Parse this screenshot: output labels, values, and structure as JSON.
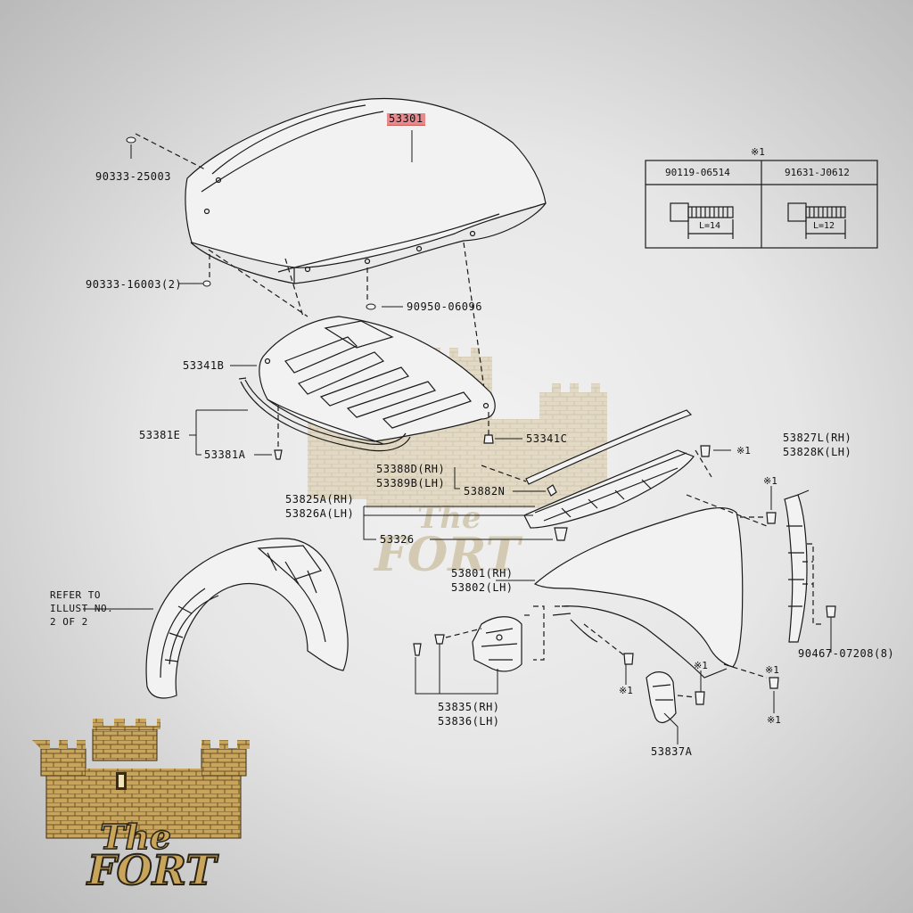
{
  "parts": {
    "hood": "53301",
    "hood_insulator": "53341B",
    "insulator_retainer_front": "53341C",
    "hood_seal_assembly": "53381E",
    "hood_seal_retainer": "53381A",
    "hood_clip": "90950-06096",
    "bumper_front": "90333-25003",
    "bumper_side": "90333-16003(2)",
    "fender_seal_rh": "53388D(RH)",
    "fender_seal_lh": "53389B(LH)",
    "seal_clip": "53882N",
    "fender_protector_rh": "53825A(RH)",
    "fender_protector_lh": "53826A(LH)",
    "clip": "53326",
    "fender_rh": "53801(RH)",
    "fender_lh": "53802(LH)",
    "bracket_rh": "53835(RH)",
    "bracket_lh": "53836(LH)",
    "fender_bracket": "53837A",
    "fender_liner_rh": "53827L(RH)",
    "fender_liner_lh": "53828K(LH)",
    "liner_clip": "90467-07208(8)"
  },
  "refer_note": [
    "REFER TO",
    "ILLUST NO.",
    "2 OF 2"
  ],
  "note_mark": "※1",
  "bolt_table": {
    "header_mark": "※1",
    "col1": {
      "part": "90119-06514",
      "length": "L=14"
    },
    "col2": {
      "part": "91631-J0612",
      "length": "L=12"
    }
  },
  "brand": {
    "line1": "The",
    "line2": "FORT"
  },
  "colors": {
    "highlight": "#e8898e",
    "ink": "#111111",
    "brand_gold": "#c9a55c"
  }
}
